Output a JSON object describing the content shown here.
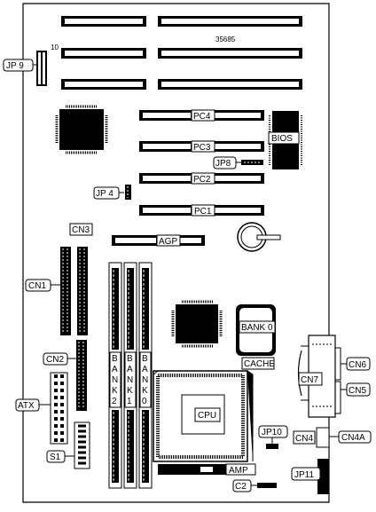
{
  "board": {
    "part_number": "35685",
    "pin_number": "10",
    "slots": {
      "pc4": "PC4",
      "pc3": "PC3",
      "pc2": "PC2",
      "pc1": "PC1",
      "agp": "AGP"
    },
    "chips": {
      "bios": "BIOS",
      "cpu": "CPU",
      "cache": "CACHE",
      "bank0": "BANK 0",
      "amp": "AMP"
    },
    "banks": [
      {
        "letters": [
          "B",
          "A",
          "N",
          "K",
          "2"
        ]
      },
      {
        "letters": [
          "B",
          "A",
          "N",
          "K",
          "1"
        ]
      },
      {
        "letters": [
          "B",
          "A",
          "N",
          "K",
          "0"
        ]
      }
    ],
    "connectors": {
      "jp9": "JP 9",
      "jp8": "JP8",
      "jp4": "JP 4",
      "jp10": "JP10",
      "jp11": "JP11",
      "cn1": "CN1",
      "cn2": "CN2",
      "cn3": "CN3",
      "cn4": "CN4",
      "cn4a": "CN4A",
      "cn5": "CN5",
      "cn6": "CN6",
      "cn7": "CN7",
      "atx": "ATX",
      "s1": "S1",
      "c2": "C2"
    }
  }
}
